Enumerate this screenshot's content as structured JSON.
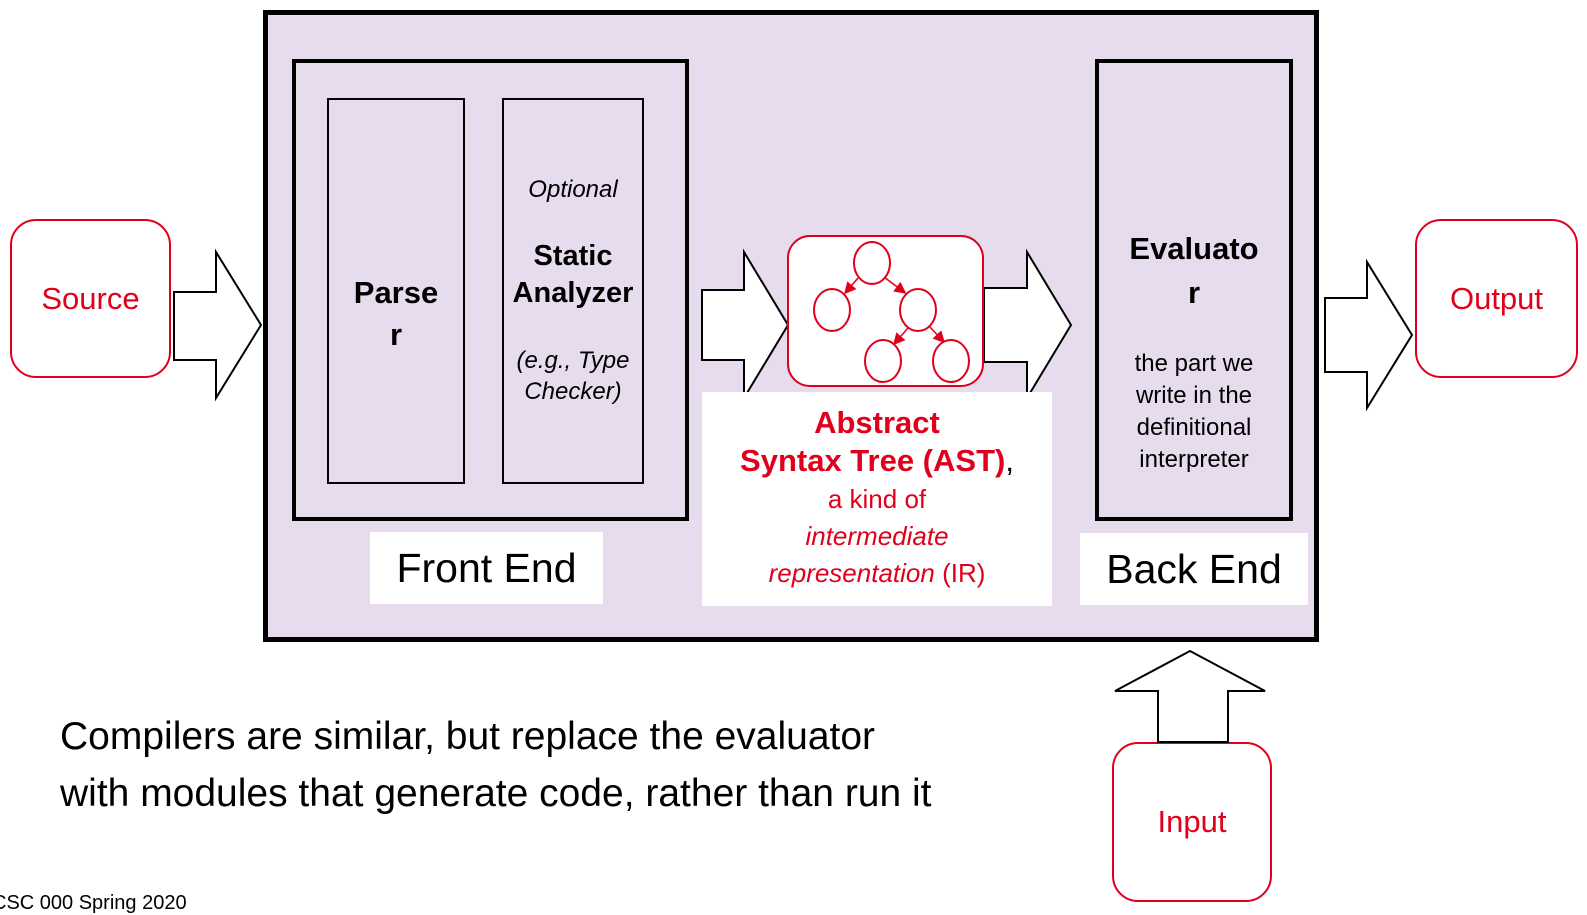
{
  "inputs": {
    "source": "Source",
    "output": "Output",
    "input": "Input"
  },
  "front_end": {
    "label": "Front End",
    "parser_line1": "Parse",
    "parser_line2": "r",
    "static_optional": "Optional",
    "static_line1": "Static",
    "static_line2": "Analyzer",
    "static_example_line1": "(e.g., Type",
    "static_example_line2": "Checker)"
  },
  "ast": {
    "line1": "Abstract",
    "line2": "Syntax Tree (AST)",
    "line2_suffix": ",",
    "line3": "a kind of",
    "line4": "intermediate",
    "line5_italic": "representation",
    "line5_suffix": " (IR)"
  },
  "back_end": {
    "label": "Back End",
    "evaluator_line1": "Evaluato",
    "evaluator_line2": "r",
    "desc_line1": "the part we",
    "desc_line2": "write in the",
    "desc_line3": "definitional",
    "desc_line4": "interpreter"
  },
  "caption": {
    "line1": "Compilers are similar, but replace the evaluator",
    "line2": "with modules that generate code, rather than run it"
  },
  "footer": "CSC 000 Spring 2020",
  "colors": {
    "accent_red": "#e0001b",
    "panel_lavender": "#e6dcee"
  }
}
